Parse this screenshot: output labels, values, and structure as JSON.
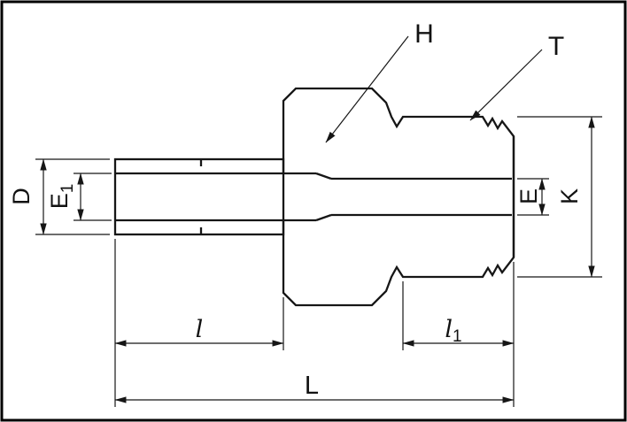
{
  "drawing": {
    "type": "fitting-dimension-diagram",
    "labels": {
      "hex_callout": "H",
      "thread_callout": "T",
      "stub_outer_diameter": "D",
      "stub_bore": {
        "base": "E",
        "sub": "1"
      },
      "body_bore": "E",
      "wrench_size": "K",
      "stub_length": {
        "base": "l"
      },
      "thread_length": {
        "base": "l",
        "sub": "1"
      },
      "overall_length": "L"
    },
    "colors": {
      "background": "#ffffff",
      "line": "#161616",
      "body_fill": "#d8d8d8"
    }
  }
}
